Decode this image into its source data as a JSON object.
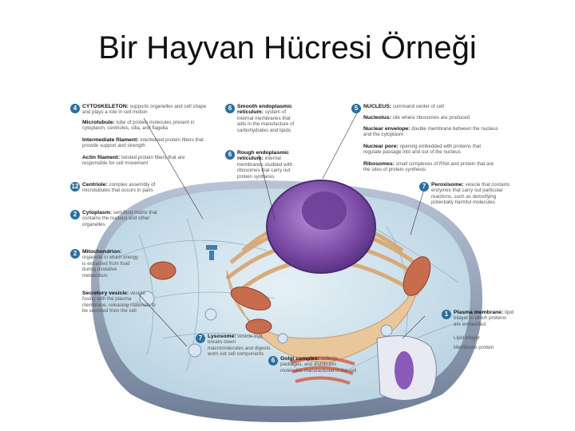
{
  "title": "Bir Hayvan Hücresi Örneği",
  "labels": {
    "cytoskeleton": {
      "num": "4",
      "head": "CYTOSKELETON:",
      "text": "supports organelles and cell shape and plays a role in cell motion"
    },
    "microtubule": {
      "head": "Microtubule:",
      "text": "tube of protein molecules present in cytoplasm, centrioles, cilia, and flagella"
    },
    "intermediate": {
      "head": "Intermediate filament:",
      "text": "intertwined protein fibers that provide support and strength"
    },
    "actin": {
      "head": "Actin filament:",
      "text": "twisted protein fibers that are responsible for cell movement"
    },
    "centriole": {
      "num": "12",
      "head": "Centriole:",
      "text": "complex assembly of microtubules that occurs in pairs"
    },
    "cytoplasm": {
      "num": "2",
      "head": "Cytoplasm:",
      "text": "semifluid matrix that contains the nucleus and other organelles"
    },
    "mitochondrion": {
      "num": "2",
      "head": "Mitochondrion:",
      "text": "organelle in which energy is extracted from food during oxidative metabolism"
    },
    "secretory": {
      "head": "Secretory vesicle:",
      "text": "vesicle fusing with the plasma membrane, releasing materials to be secreted from the cell"
    },
    "lysosome": {
      "num": "7",
      "head": "Lysosome:",
      "text": "vesicle that breaks down macromolecules and digests worn out cell components"
    },
    "smooth_er": {
      "num": "6",
      "head": "Smooth endoplasmic reticulum:",
      "text": "system of internal membranes that aids in the manufacture of carbohydrates and lipids"
    },
    "rough_er": {
      "num": "6",
      "head": "Rough endoplasmic reticulum:",
      "text": "internal membranes studded with ribosomes that carry out protein synthesis"
    },
    "golgi": {
      "num": "6",
      "head": "Golgi complex:",
      "text": "collects, packages, and distributes molecules manufactured in the cell"
    },
    "nucleus": {
      "num": "5",
      "head": "NUCLEUS:",
      "text": "command center of cell"
    },
    "nucleolus": {
      "head": "Nucleolus:",
      "text": "site where ribosomes are produced"
    },
    "envelope": {
      "head": "Nuclear envelope:",
      "text": "double membrane between the nucleus and the cytoplasm"
    },
    "pore": {
      "head": "Nuclear pore:",
      "text": "opening embedded with proteins that regulate passage into and out of the nucleus"
    },
    "ribosomes": {
      "head": "Ribosomes:",
      "text": "small complexes of RNA and protein that are the sites of protein synthesis"
    },
    "peroxisome": {
      "num": "7",
      "head": "Peroxisome:",
      "text": "vesicle that contains enzymes that carry out particular reactions, such as detoxifying potentially harmful molecules"
    },
    "plasma": {
      "num": "1",
      "head": "Plasma membrane:",
      "text": "lipid bilayer in which proteins are embedded"
    },
    "bilayer": {
      "head": "",
      "text": "Lipid bilayer"
    },
    "membrane_protein": {
      "head": "",
      "text": "Membrane protein"
    }
  },
  "colors": {
    "badge": "#2c6f9e",
    "cytoplasm": "#cfe3ee",
    "outer_membrane": "#9aa8bc",
    "nucleus": "#8a5bb0",
    "rough_er": "#e4b98a",
    "mitochondria": "#c76d4e",
    "golgi": "#d2745f"
  },
  "icons": [
    "cell-diagram"
  ]
}
